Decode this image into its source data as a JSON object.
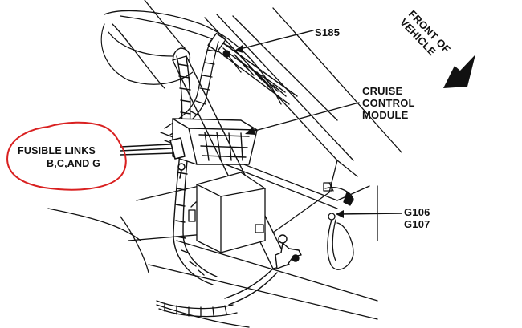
{
  "labels": {
    "s185": "S185",
    "cruise_line1": "CRUISE",
    "cruise_line2": "CONTROL",
    "cruise_line3": "MODULE",
    "fusible_line1": "FUSIBLE LINKS",
    "fusible_line2": "B,C,AND G",
    "g106": "G106",
    "g107": "G107",
    "front_line1": "FRONT OF",
    "front_line2": "VEHICLE"
  },
  "colors": {
    "ink": "#111111",
    "highlight_circle": "#d92020",
    "background": "#ffffff"
  }
}
